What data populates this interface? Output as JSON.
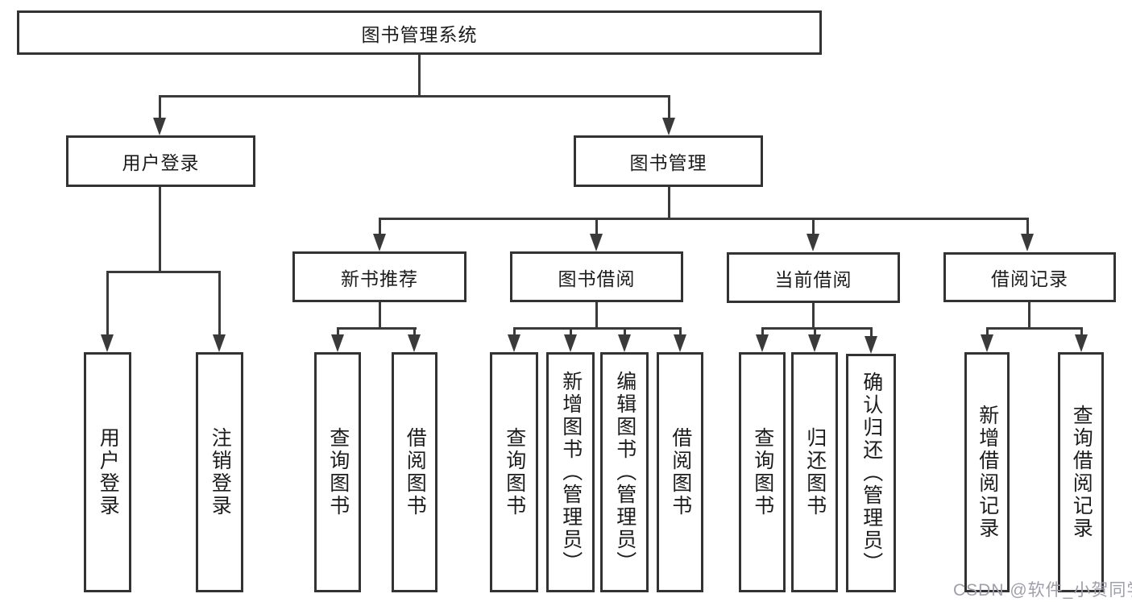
{
  "colors": {
    "line": "#3a3a3a",
    "border": "#333333",
    "text": "#1c1c1c",
    "watermark": "#9f9fab",
    "background": "#ffffff"
  },
  "watermark": "CSDN @软件_小贺同学",
  "tree": {
    "label": "图书管理系统",
    "children": [
      {
        "label": "用户登录",
        "children": [
          {
            "label": "用户登录"
          },
          {
            "label": "注销登录"
          }
        ]
      },
      {
        "label": "图书管理",
        "children": [
          {
            "label": "新书推荐",
            "children": [
              {
                "label": "查询图书"
              },
              {
                "label": "借阅图书"
              }
            ]
          },
          {
            "label": "图书借阅",
            "children": [
              {
                "label": "查询图书"
              },
              {
                "label": "新增图书（管理员）"
              },
              {
                "label": "编辑图书（管理员）"
              },
              {
                "label": "借阅图书"
              }
            ]
          },
          {
            "label": "当前借阅",
            "children": [
              {
                "label": "查询图书"
              },
              {
                "label": "归还图书"
              },
              {
                "label": "确认归还（管理员）"
              }
            ]
          },
          {
            "label": "借阅记录",
            "children": [
              {
                "label": "新增借阅记录"
              },
              {
                "label": "查询借阅记录"
              }
            ]
          }
        ]
      }
    ]
  }
}
